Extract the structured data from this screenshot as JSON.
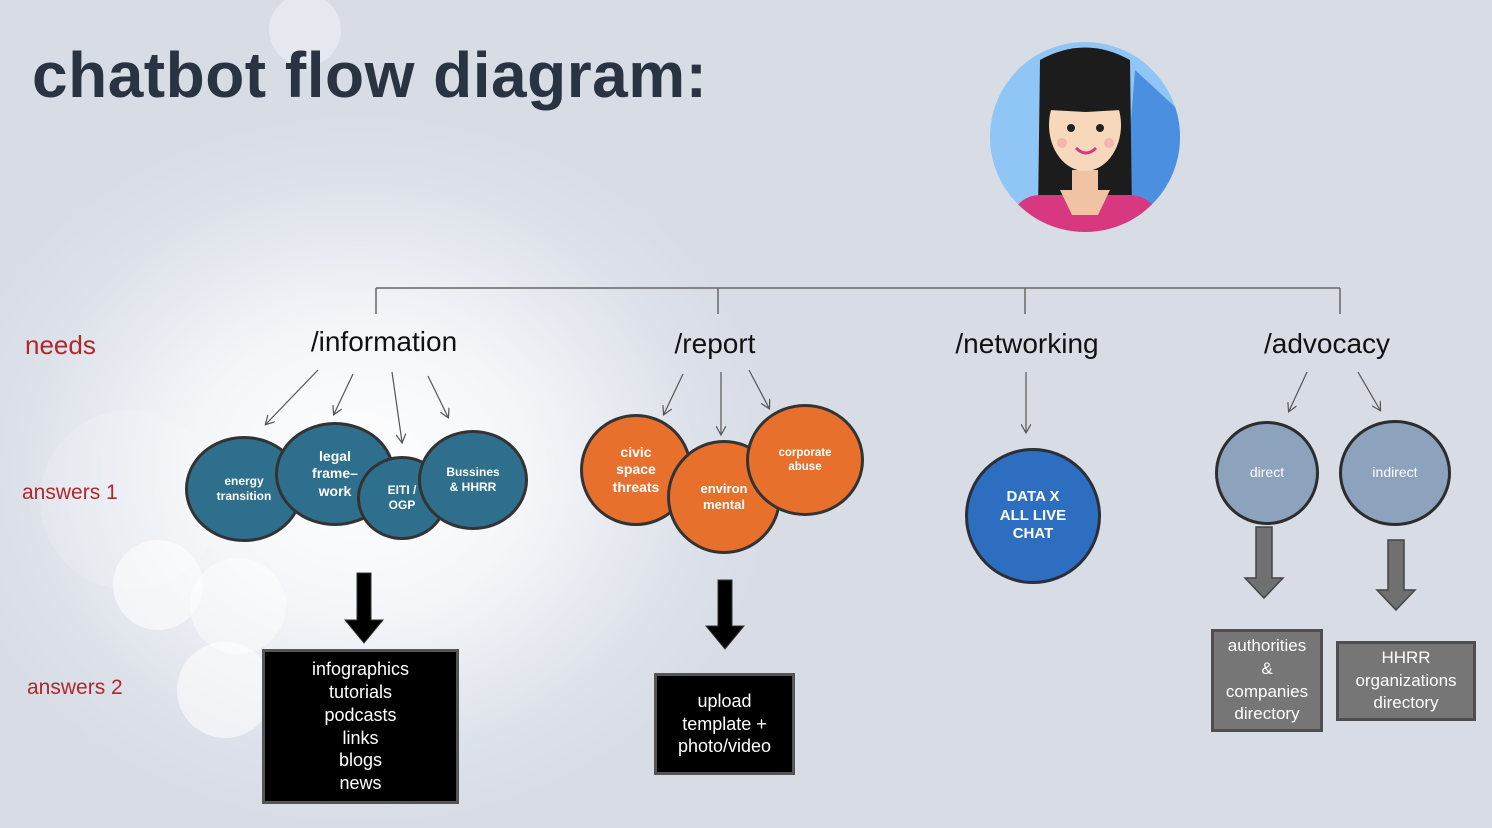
{
  "title": "chatbot flow diagram:",
  "row_labels": {
    "needs": "needs",
    "answers1": "answers 1",
    "answers2": "answers 2"
  },
  "needs": [
    "/information",
    "/report",
    "/networking",
    "/advocacy"
  ],
  "information": {
    "bubbles": [
      "energy\ntransition",
      "legal\nframe–\nwork",
      "EITI /\nOGP",
      "Bussines\n& HHRR"
    ],
    "answer2": "infographics\ntutorials\npodcasts\nlinks\nblogs\nnews"
  },
  "report": {
    "bubbles": [
      "civic\nspace\nthreats",
      "environ\nmental",
      "corporate\nabuse"
    ],
    "answer2": "upload\ntemplate +\nphoto/video"
  },
  "networking": {
    "bubbles": [
      "DATA X\nALL LIVE\nCHAT"
    ]
  },
  "advocacy": {
    "bubbles": [
      "direct",
      "indirect"
    ],
    "answers2": [
      "authorities\n&\ncompanies\ndirectory",
      "HHRR\norganizations\ndirectory"
    ]
  },
  "colors": {
    "information": "#2f6f8e",
    "report": "#e8702d",
    "networking": "#2e6ec0",
    "advocacy": "#8da2bd",
    "label_red": "#b2262d"
  },
  "icons": {
    "avatar": "woman-avatar-icon"
  }
}
